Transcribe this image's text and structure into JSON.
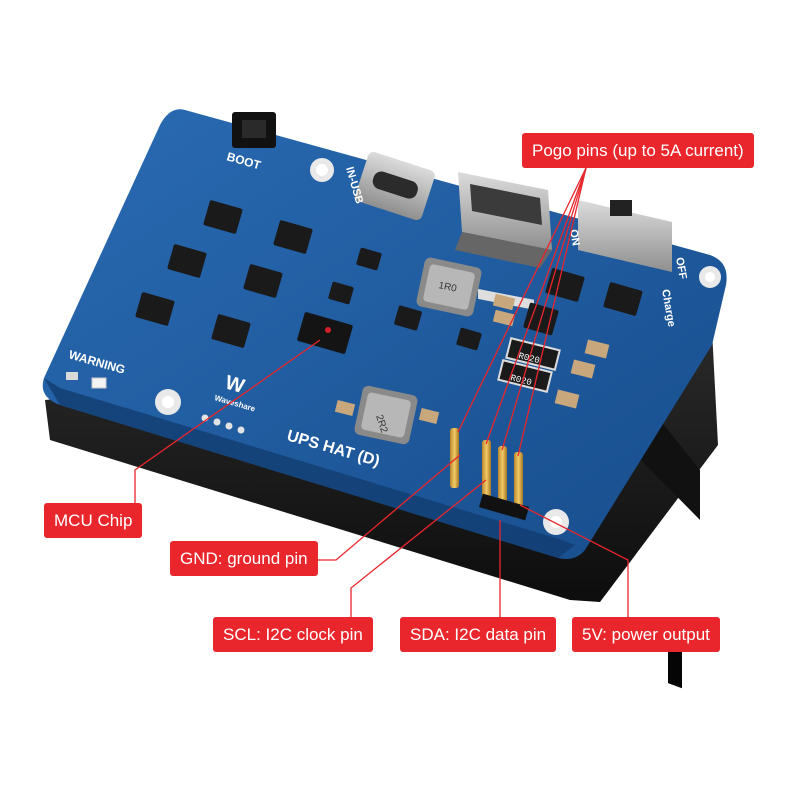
{
  "board": {
    "silkscreen": {
      "boot": "BOOT",
      "usb_in": "IN-USB",
      "warning": "WARNING",
      "off": "OFF",
      "on": "ON",
      "charge": "Charge",
      "brand": "Waveshare",
      "product": "UPS HAT (D)",
      "inductor_1": "1R0",
      "inductor_2": "2R2",
      "resistor_1": "R020",
      "resistor_2": "R020"
    }
  },
  "callouts": {
    "pogo": "Pogo pins (up to 5A current)",
    "mcu": "MCU Chip",
    "gnd": "GND: ground pin",
    "scl": "SCL: I2C clock pin",
    "sda": "SDA: I2C data pin",
    "v5": "5V: power output"
  },
  "colors": {
    "pcb": "#1f5a9e",
    "callout": "#e8262c",
    "leader": "#e8262c",
    "battery_case": "#1b1b1b"
  }
}
